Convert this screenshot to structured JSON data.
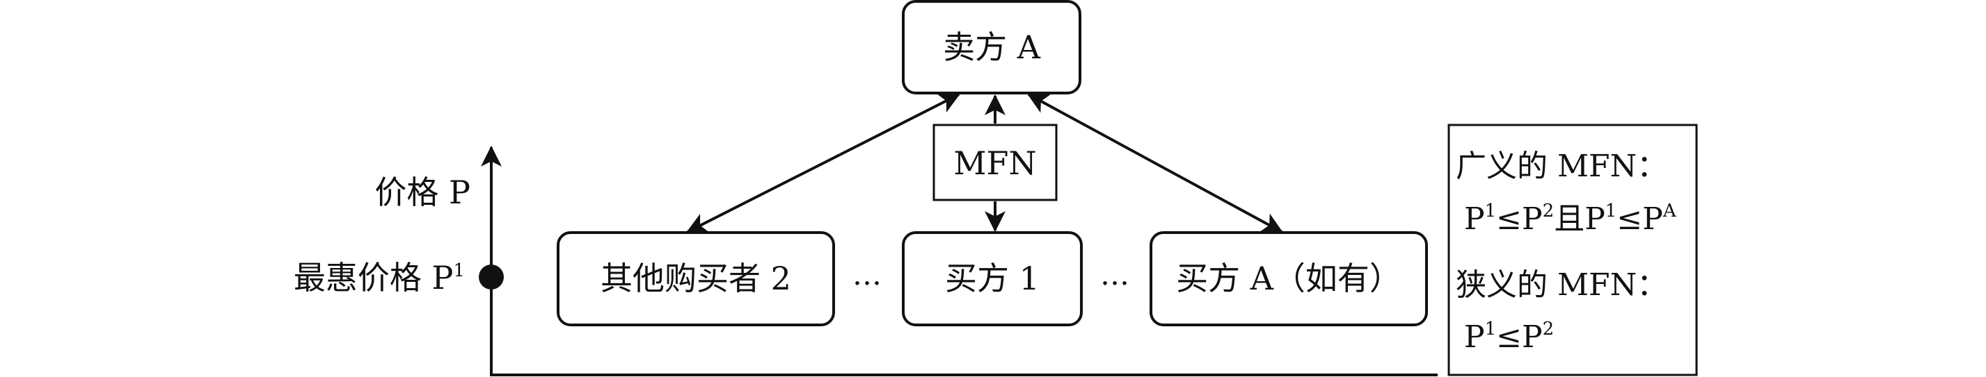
{
  "seller": {
    "label": "卖方 A"
  },
  "mfn": {
    "label": "MFN"
  },
  "buyers": [
    {
      "label": "其他购买者 2"
    },
    {
      "label": "买方 1"
    },
    {
      "label": "买方 A（如有）"
    }
  ],
  "ellipsis": [
    "…",
    "…"
  ],
  "axis": {
    "price_label": "价格 P",
    "best_price_label": "最惠价格 P",
    "best_price_sup": "1"
  },
  "legend": {
    "broad_title": "广义的 MFN：",
    "broad_formula": {
      "p1": "P",
      "s1": "1",
      "op1": "≤",
      "p2": "P",
      "s2": "2",
      "and": "且",
      "p3": "P",
      "s3": "1",
      "op2": "≤",
      "p4": "P",
      "s4": "A"
    },
    "narrow_title": "狭义的 MFN：",
    "narrow_formula": {
      "p1": "P",
      "s1": "1",
      "op1": "≤",
      "p2": "P",
      "s2": "2"
    }
  }
}
